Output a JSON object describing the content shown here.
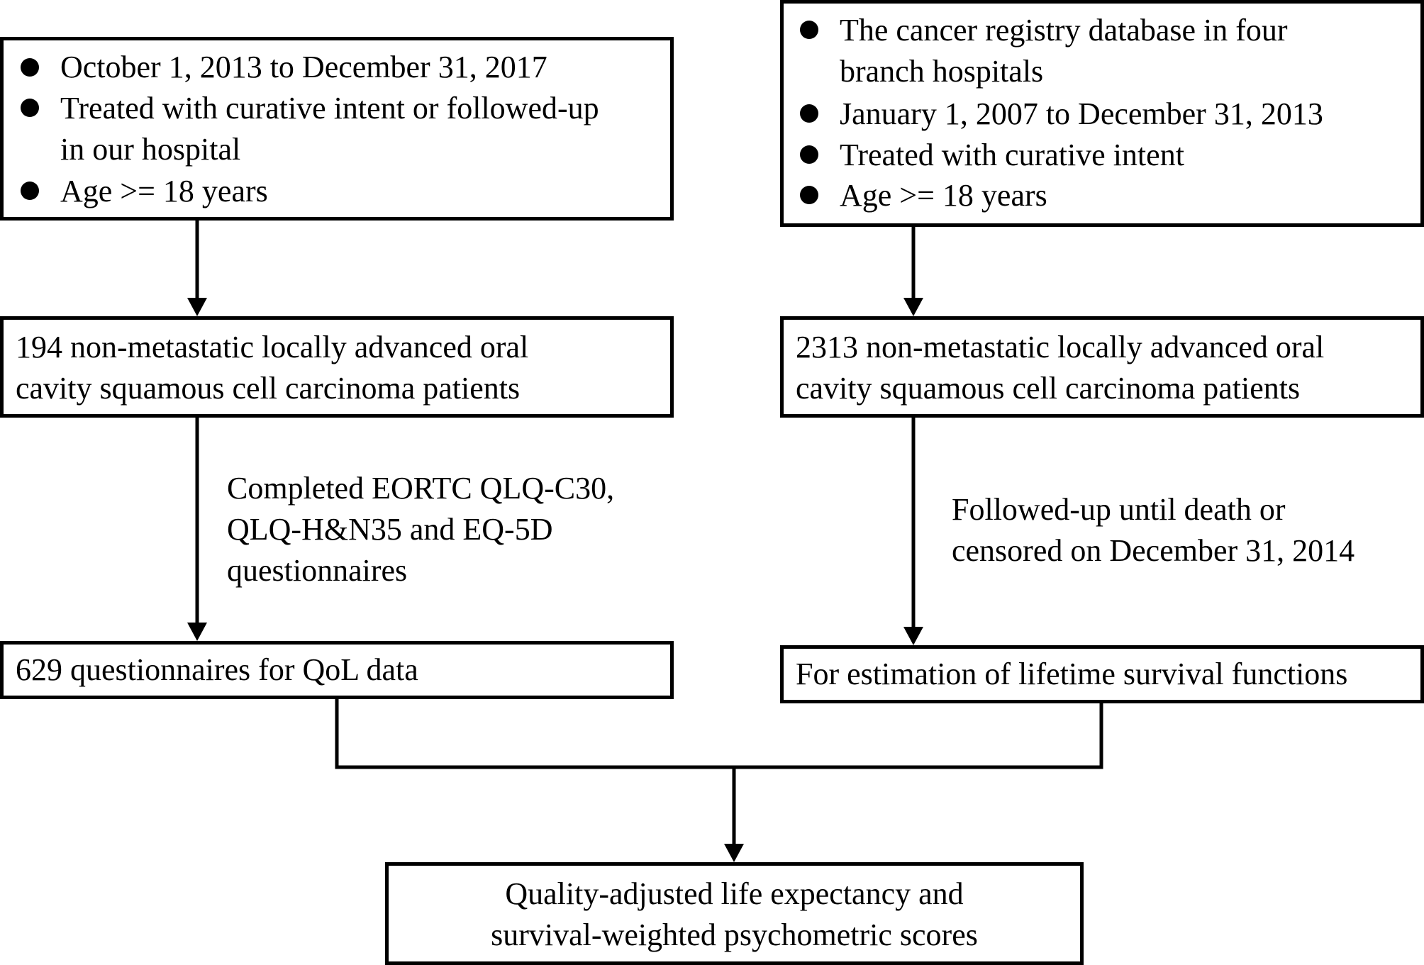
{
  "left_column": {
    "criteria": [
      "October 1, 2013 to December 31, 2017",
      "Treated with curative intent or followed-up",
      "in our  hospital",
      "Age >= 18 years"
    ],
    "cohort": [
      "194 non-metastatic locally advanced oral",
      "cavity squamous cell carcinoma patients"
    ],
    "step_label": [
      "Completed EORTC QLQ-C30,",
      "QLQ-H&N35 and EQ-5D",
      "questionnaires"
    ],
    "result": "629 questionnaires for QoL data"
  },
  "right_column": {
    "criteria": [
      "The cancer registry database in four",
      "branch hospitals",
      "January 1, 2007 to December 31, 2013",
      "Treated with curative intent",
      "Age >= 18 years"
    ],
    "cohort": [
      "2313 non-metastatic locally advanced oral",
      "cavity squamous cell carcinoma patients"
    ],
    "step_label": [
      "Followed-up until death or",
      "censored on December 31, 2014"
    ],
    "result": "For estimation of lifetime survival functions"
  },
  "outcome": [
    "Quality-adjusted life expectancy and",
    "survival-weighted psychometric scores"
  ]
}
